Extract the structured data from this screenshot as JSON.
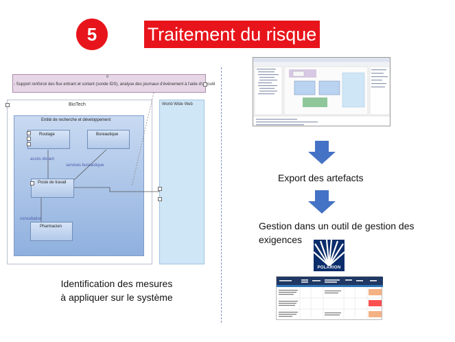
{
  "header": {
    "step_number": "5",
    "title": "Traitement du risque"
  },
  "diagram": {
    "note_mark": "o",
    "note_text": "- Support renforcé des flux entrant et sortant (sonde IDS), analyse des journaux d'événement à l'aide d'un outil",
    "biotech_label": "BioTech",
    "www_label": "World Wide Web",
    "entite_label": "Entité de recherche et développement",
    "nodes": {
      "routage": "Routage",
      "bureautique": "Bureautique",
      "poste": "Poste de travail",
      "pharmacien": "Pharmacien"
    },
    "links": {
      "acces": "accès distant",
      "services": "services bureautique",
      "consultation": "consultation"
    }
  },
  "left_caption": {
    "line1": "Identification des mesures",
    "line2": "à appliquer sur le système"
  },
  "right": {
    "export_label": "Export des artefacts",
    "gestion_line1": "Gestion dans un outil de gestion des",
    "gestion_line2": "exigences",
    "logo_text": "POLARION"
  },
  "colors": {
    "accent_red": "#e8141b",
    "arrow_blue": "#4472c4",
    "node_blue": "#b3c9ea"
  }
}
